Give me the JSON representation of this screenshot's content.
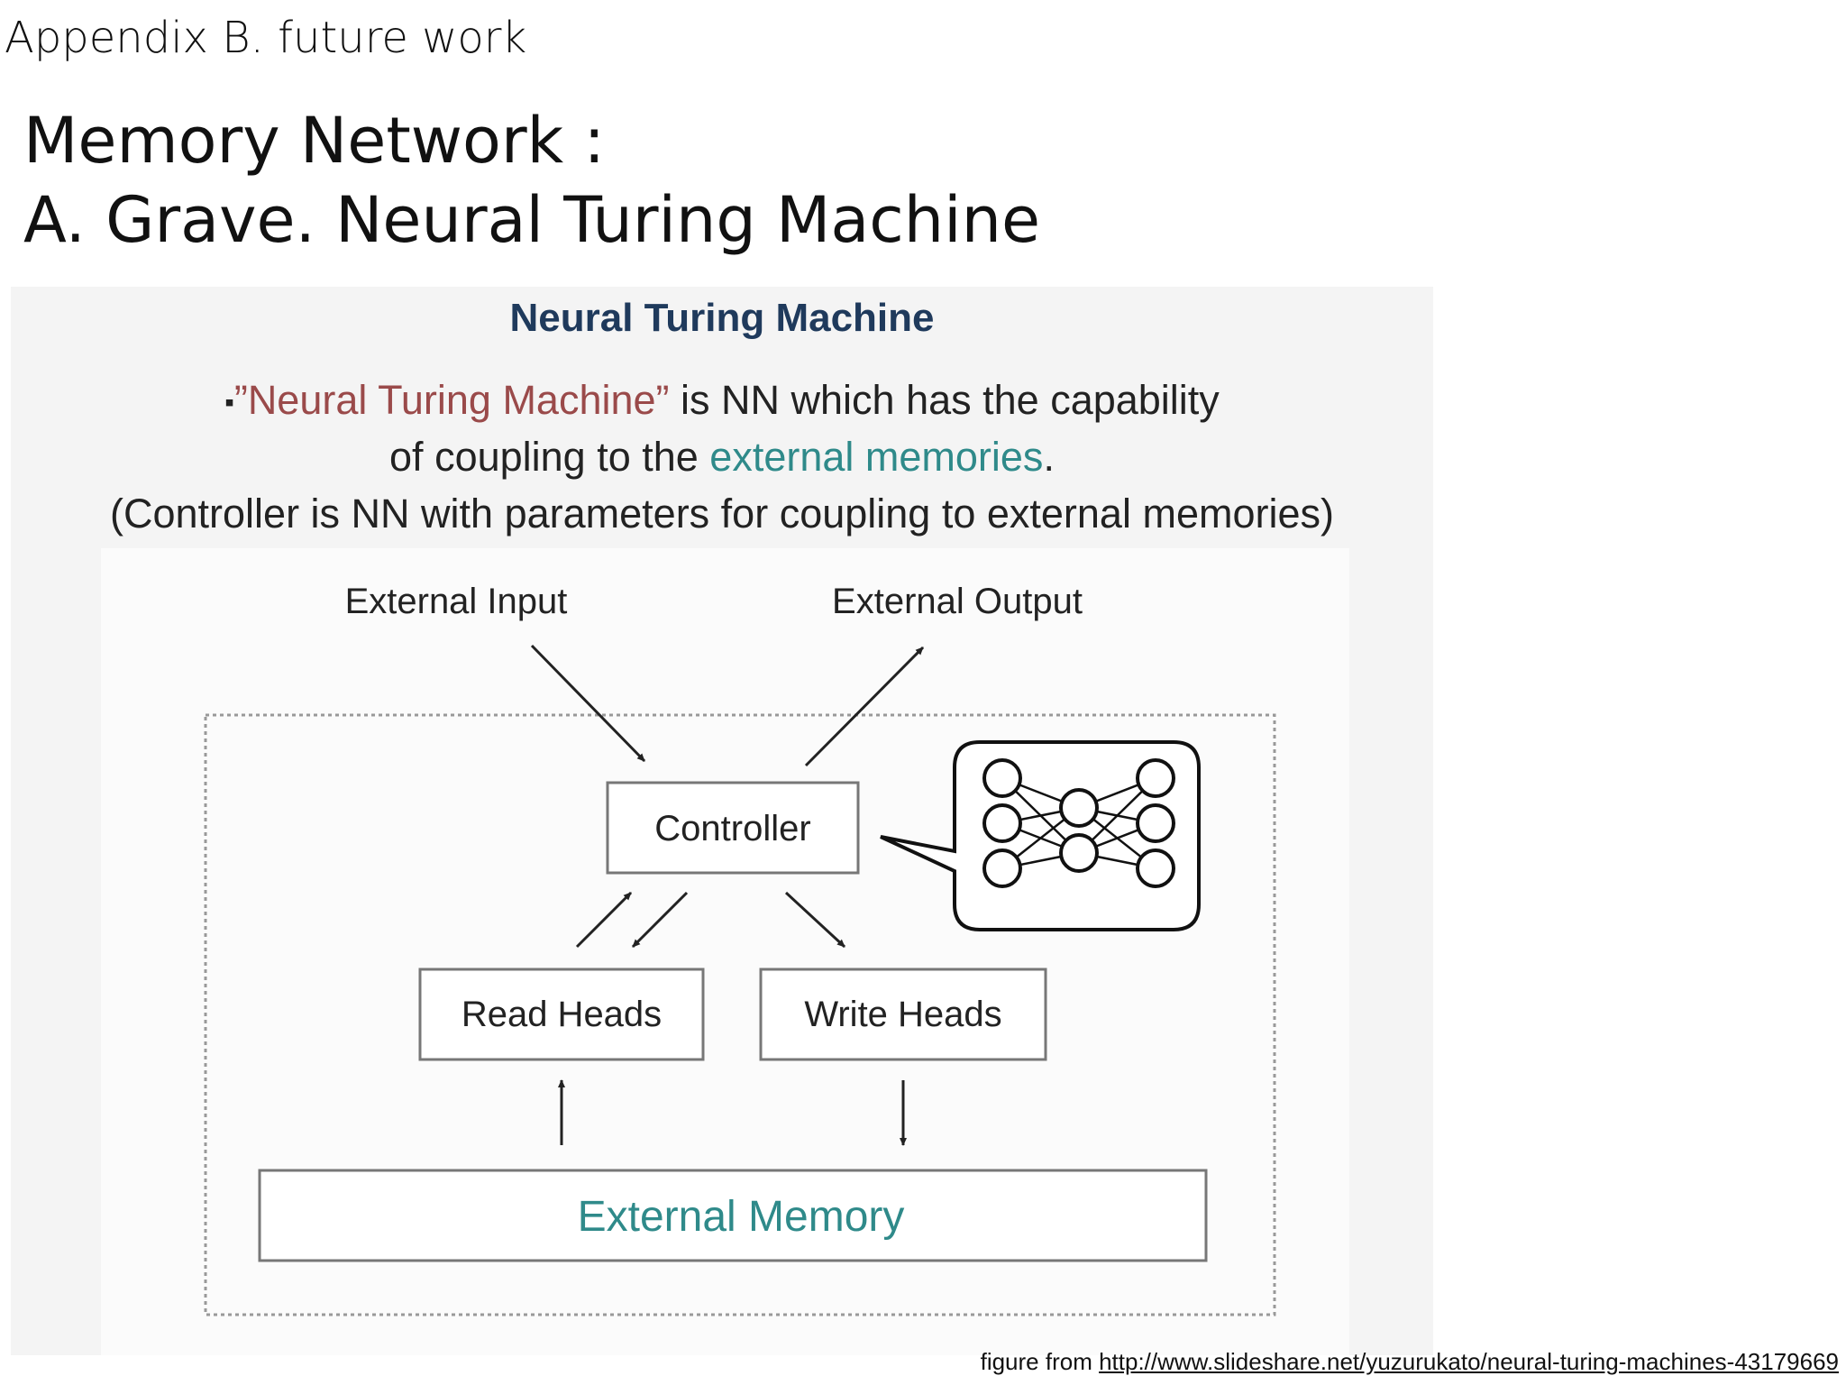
{
  "header": {
    "section_label": "Appendix B. future work",
    "title_line1": "Memory Network :",
    "title_line2": "A. Grave. Neural Turing Machine"
  },
  "figure": {
    "title": "Neural Turing Machine",
    "bullet": "▪",
    "desc_line1_red": "”Neural Turing Machine”",
    "desc_line1_rest": " is NN which has the capability",
    "desc_line2_start": "of coupling to the ",
    "desc_line2_teal": "external memories",
    "desc_line2_end": ".",
    "desc_line3": "(Controller is NN with parameters for coupling to external memories)",
    "labels": {
      "external_input": "External Input",
      "external_output": "External Output",
      "controller": "Controller",
      "read_heads": "Read Heads",
      "write_heads": "Write Heads",
      "external_memory": "External Memory"
    },
    "colors": {
      "title": "#1f3a5c",
      "highlight_red": "#9a4a4a",
      "highlight_teal": "#2f8a8a"
    }
  },
  "footer": {
    "prefix": "figure from ",
    "link_text": "http://www.slideshare.net/yuzurukato/neural-turing-machines-43179669"
  }
}
